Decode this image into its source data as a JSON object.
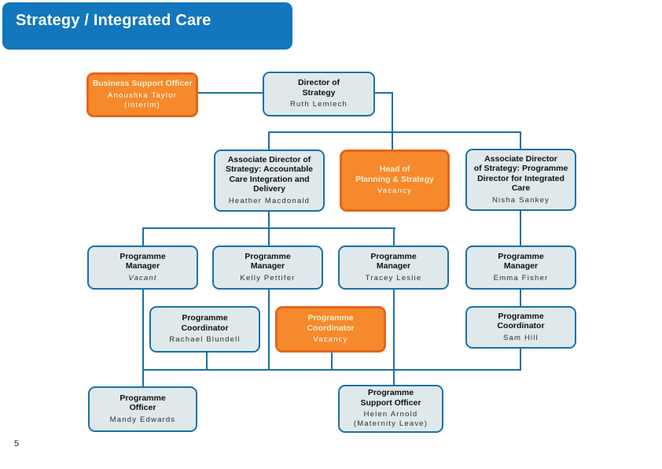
{
  "header": {
    "title": "Strategy / Integrated Care"
  },
  "page_number": "5",
  "colors": {
    "header_blue": "#1277BD",
    "connector_blue": "#1A71A6",
    "box_light_fill": "#DFE9EC",
    "box_light_border": "#1A71A6",
    "box_orange_fill": "#F6892B",
    "box_orange_border": "#E2661C",
    "orange_title_text": "#F8EECC"
  },
  "nodes": {
    "business_support_officer": {
      "title": "Business Support Officer",
      "name": "Anoushka Taylor\n(interim)",
      "type": "orange"
    },
    "director_of_strategy": {
      "title": "Director of\nStrategy",
      "name": "Ruth Lemiech",
      "type": "light"
    },
    "ad_accountable_care": {
      "title": "Associate Director of\nStrategy: Accountable\nCare Integration and\nDelivery",
      "name": "Heather Macdonald",
      "type": "light"
    },
    "head_of_planning": {
      "title": "Head of\nPlanning & Strategy",
      "name": "Vacancy",
      "type": "orange"
    },
    "ad_programme_director": {
      "title": "Associate Director\nof Strategy: Programme\nDirector for Integrated\nCare",
      "name": "Nisha Sankey",
      "type": "light"
    },
    "programme_manager_1": {
      "title": "Programme\nManager",
      "name": "Vacant",
      "type": "light"
    },
    "programme_manager_2": {
      "title": "Programme\nManager",
      "name": "Kelly Pettifer",
      "type": "light"
    },
    "programme_manager_3": {
      "title": "Programme\nManager",
      "name": "Tracey Leslie",
      "type": "light"
    },
    "programme_manager_4": {
      "title": "Programme\nManager",
      "name": "Emma Fisher",
      "type": "light"
    },
    "programme_coordinator_1": {
      "title": "Programme\nCoordinator",
      "name": "Rachael Blundell",
      "type": "light"
    },
    "programme_coordinator_2": {
      "title": "Programme\nCoordinator",
      "name": "Vacancy",
      "type": "orange"
    },
    "programme_coordinator_3": {
      "title": "Programme\nCoordinator",
      "name": "Sam Hill",
      "type": "light"
    },
    "programme_officer": {
      "title": "Programme\nOfficer",
      "name": "Mandy Edwards",
      "type": "light"
    },
    "programme_support_officer": {
      "title": "Programme\nSupport Officer",
      "name": "Helen Arnold\n(Maternity Leave)",
      "type": "light"
    }
  }
}
